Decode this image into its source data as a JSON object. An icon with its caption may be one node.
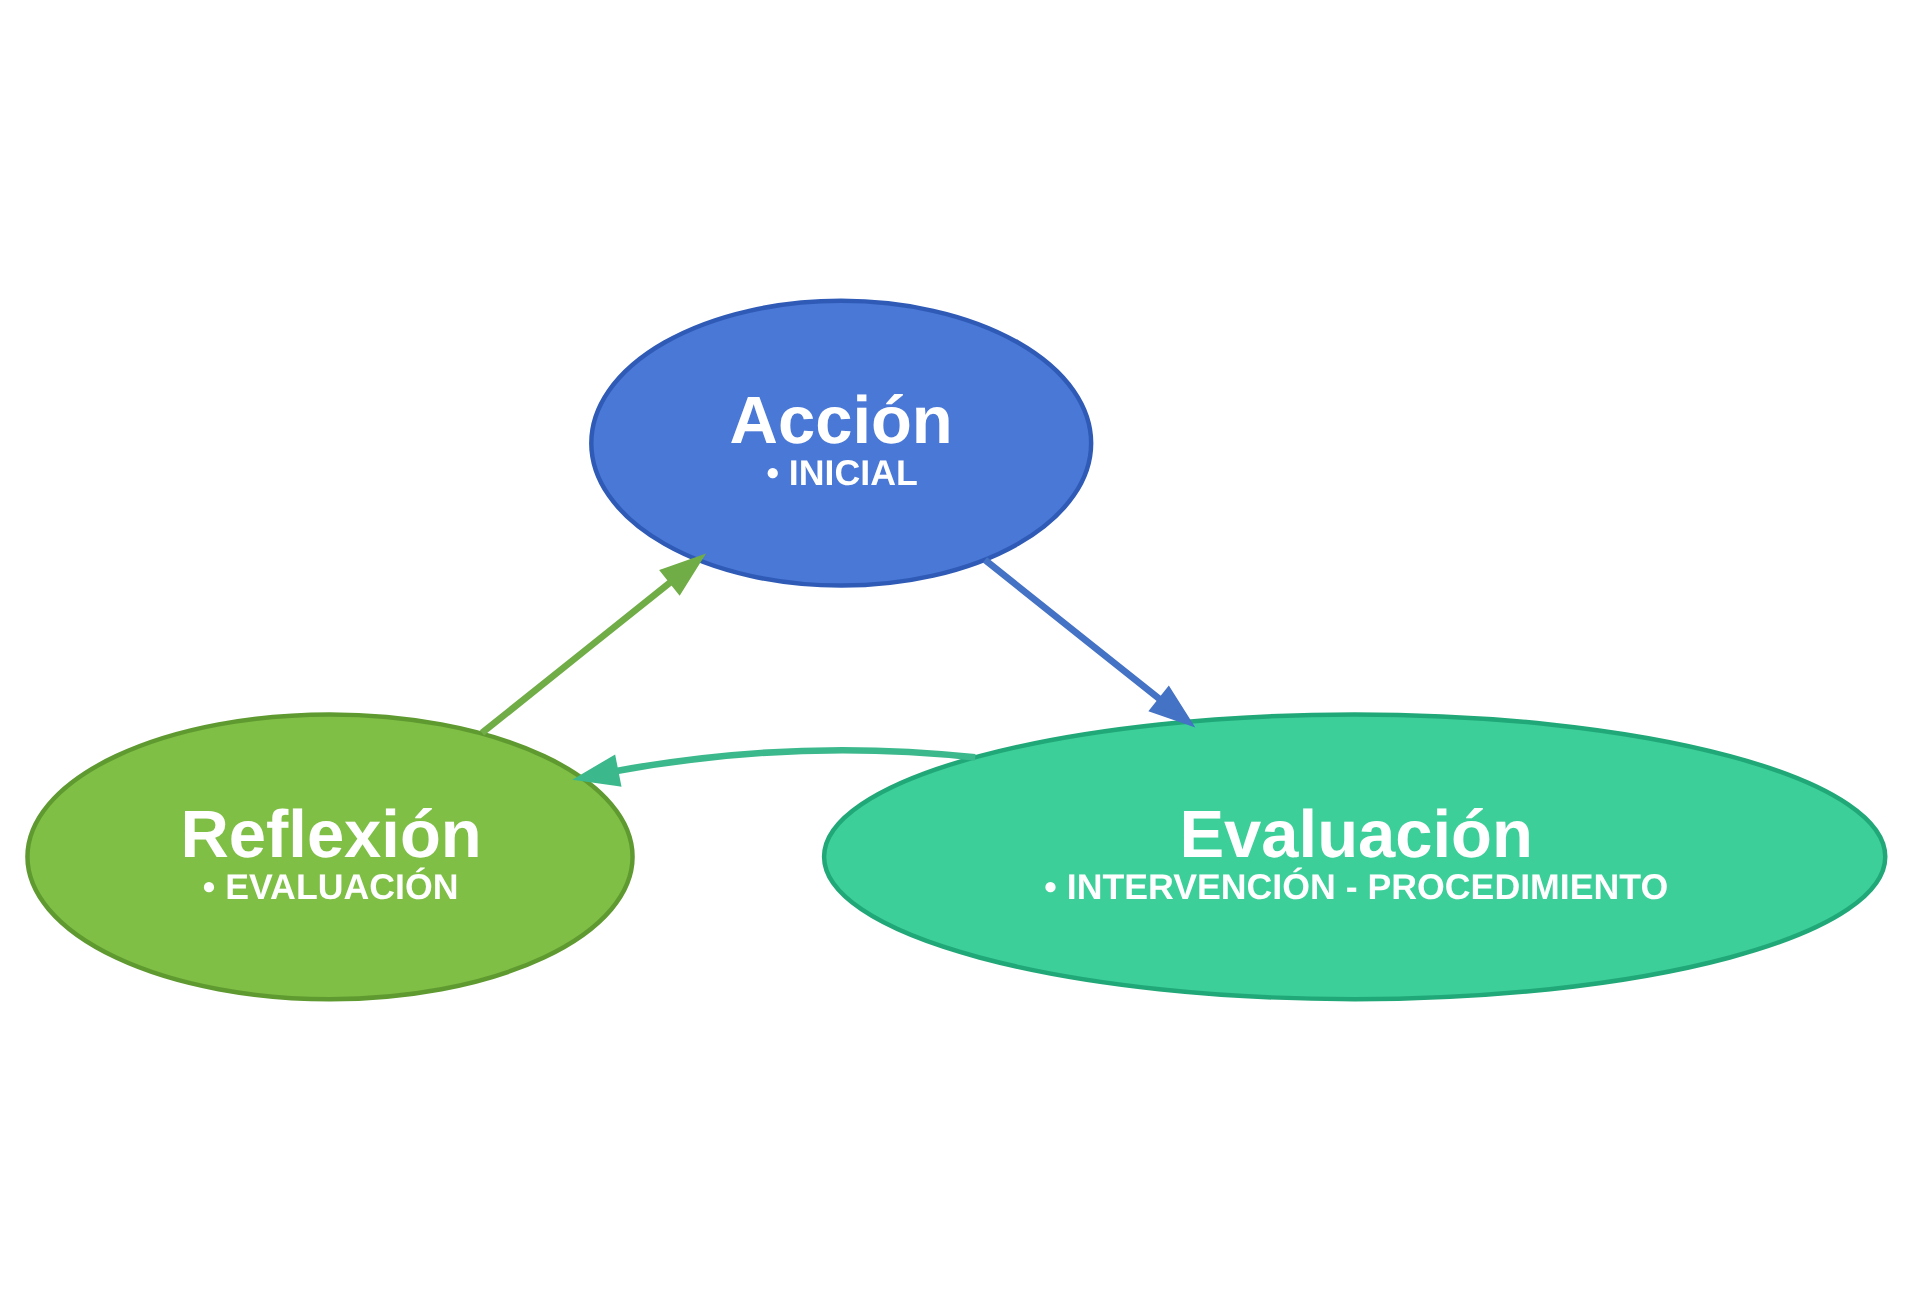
{
  "diagram": {
    "nodes": [
      {
        "text": [
          "Acción",
          "• INICIAL"
        ]
      },
      {
        "text": [
          "Evaluación",
          "• INTERVENCIÓN - PROCEDIMIENTO"
        ]
      },
      {
        "text": [
          "Reflexión",
          "• EVALUACIÓN"
        ]
      }
    ],
    "edges": [
      {
        "from": 0,
        "to": 1,
        "arrow": "to",
        "color": "#4472c4"
      },
      {
        "from": 1,
        "to": 2,
        "arrow": "to",
        "color": "#3cb98c"
      },
      {
        "from": 2,
        "to": 0,
        "arrow": "to",
        "color": "#70ad47"
      }
    ]
  }
}
